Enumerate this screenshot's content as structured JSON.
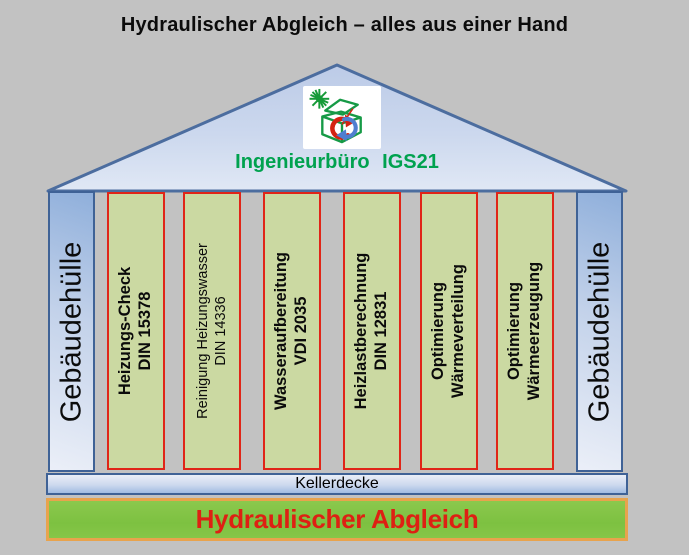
{
  "title": "Hydraulischer Abgleich – alles aus einer Hand",
  "roof": {
    "company": "Ingenieurbüro IGS21",
    "company_color": "#00a24f",
    "logo_icons": [
      "sun-icon",
      "house-icon",
      "red-cycle-arrow-icon",
      "blue-cycle-arrow-icon"
    ]
  },
  "pillars": {
    "left_label": "Gebäudehülle",
    "right_label": "Gebäudehülle"
  },
  "columns": [
    {
      "line1": "Heizungs-Check",
      "line2": "DIN 15378"
    },
    {
      "line1": "Reinigung Heizungswasser",
      "line2": "DIN 14336"
    },
    {
      "line1": "Wasseraufbereitung",
      "line2": "VDI 2035"
    },
    {
      "line1": "Heizlastberechnung",
      "line2": "DIN 12831"
    },
    {
      "line1": "Optimierung",
      "line2": "Wärmeverteilung"
    },
    {
      "line1": "Optimierung",
      "line2": "Wärmeerzeugung"
    }
  ],
  "basement": {
    "label": "Kellerdecke"
  },
  "footer": {
    "label": "Hydraulischer Abgleich"
  },
  "colors": {
    "page_background": "#c2c2c2",
    "roof_fill_top": "#bccbe7",
    "roof_fill_bottom": "#e0e8f5",
    "roof_border": "#4c6d9f",
    "pillar_border": "#3f6296",
    "column_fill": "#cbd9a2",
    "column_border": "#e02518",
    "company_green": "#00a24f",
    "footer_green": "#7dc141",
    "footer_border_orange": "#e8a34d",
    "footer_text_red": "#de2013"
  }
}
